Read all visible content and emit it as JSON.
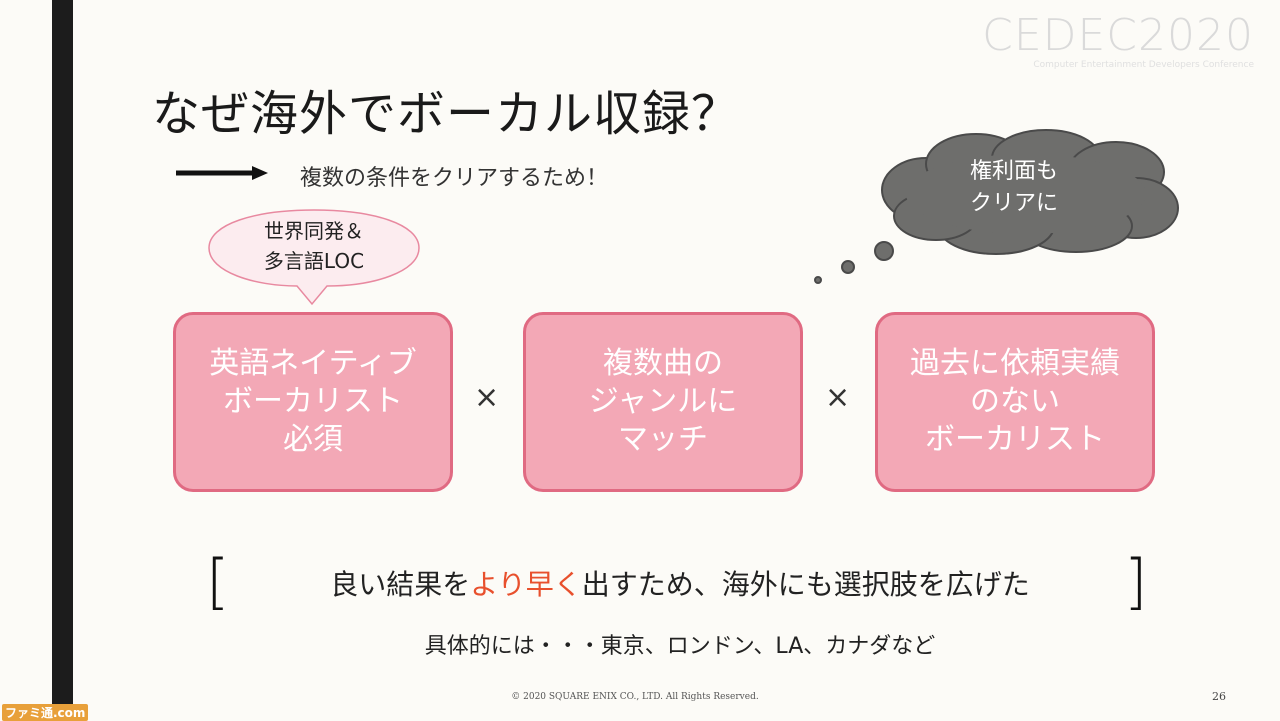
{
  "logo": {
    "text": "CEDEC2020",
    "subtext": "Computer Entertainment Developers Conference"
  },
  "title": "なぜ海外でボーカル収録？",
  "subtitle": "複数の条件をクリアするため！",
  "speech_bubble": "世界同発＆\n多言語LOC",
  "thought_cloud": "権利面も\nクリアに",
  "boxes": [
    {
      "text": "英語ネイティブ\nボーカリスト\n必須"
    },
    {
      "text": "複数曲の\nジャンルに\nマッチ"
    },
    {
      "text": "過去に依頼実績\nのない\nボーカリスト"
    }
  ],
  "operator": "×",
  "conclusion": {
    "before": "良い結果を",
    "highlight": "より早く",
    "after": "出すため、海外にも選択肢を広げた"
  },
  "brackets": {
    "open": "[",
    "close": "]"
  },
  "detail": "具体的には・・・東京、ロンドン、LA、カナダなど",
  "footer": {
    "copyright": "© 2020 SQUARE ENIX CO., LTD. All Rights Reserved.",
    "page": "26"
  },
  "watermark": "ファミ通.com",
  "colors": {
    "box_fill": "#f3a8b6",
    "box_border": "#e06a82",
    "highlight": "#e8502d",
    "cloud_fill": "#6e6e6c"
  }
}
